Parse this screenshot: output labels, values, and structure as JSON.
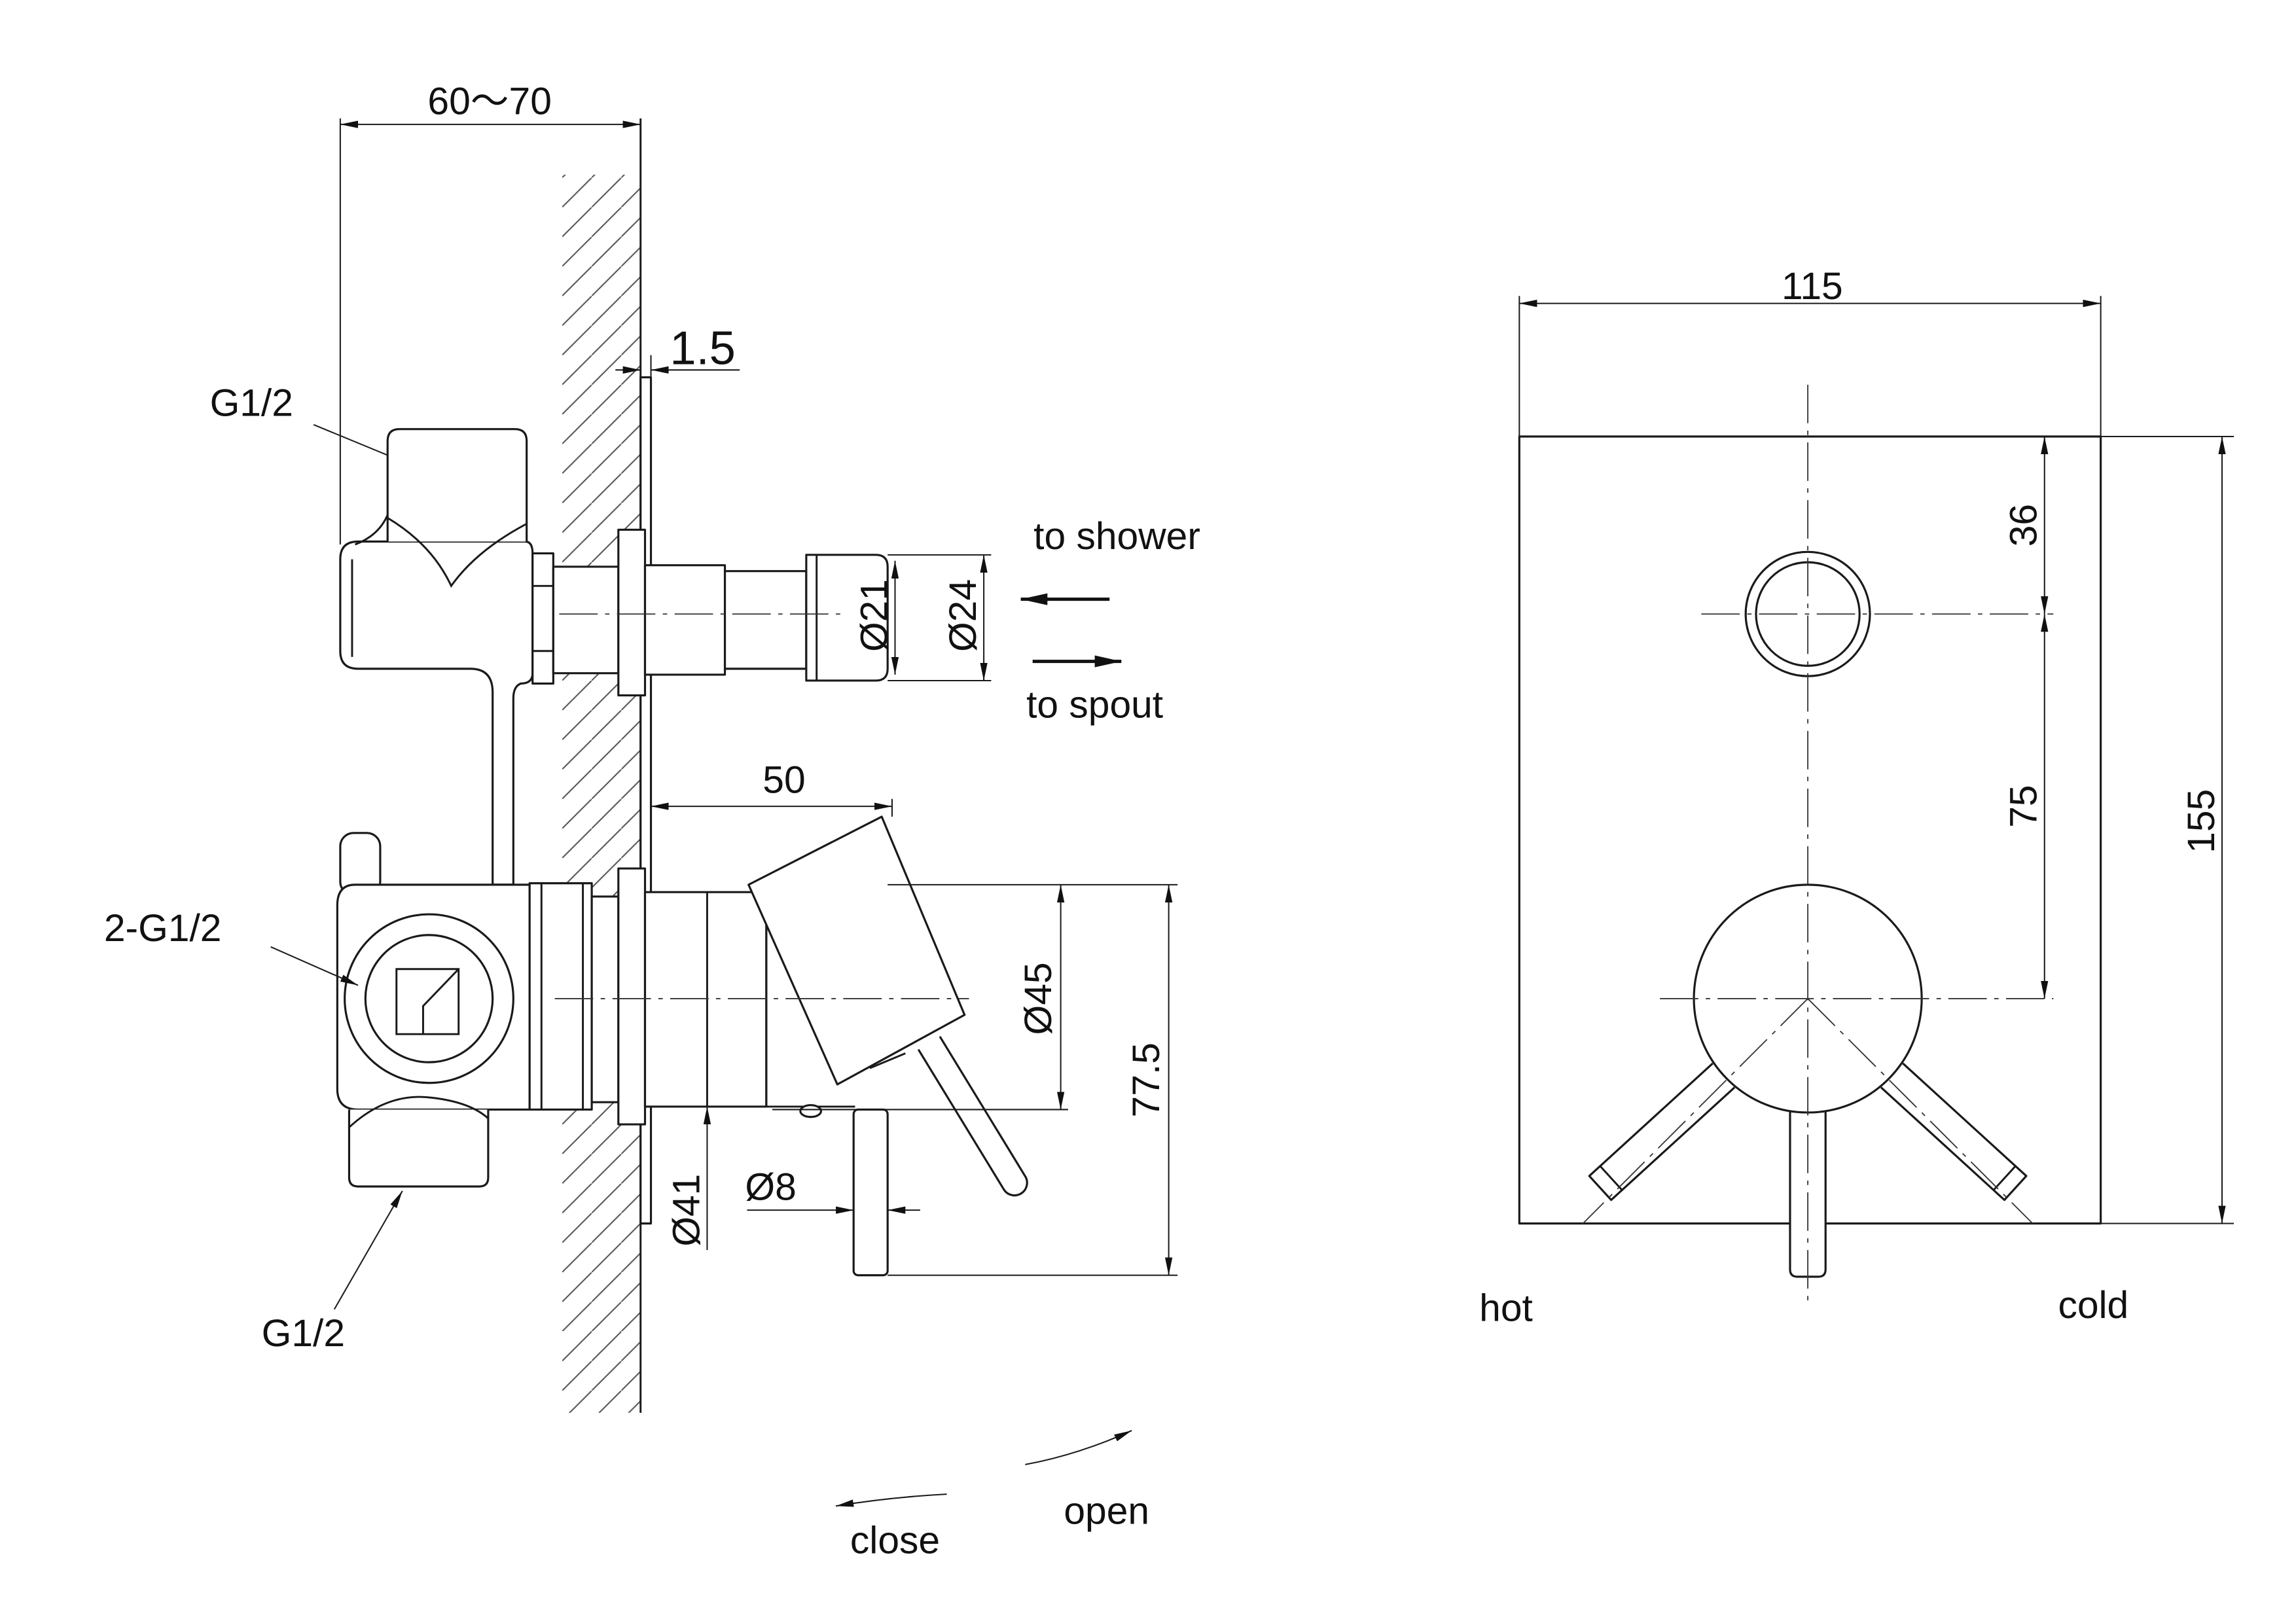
{
  "side_view": {
    "dim_depth": "60～70",
    "dim_plate": "1.5",
    "inlet_top": "G1/2",
    "inlet_side": "2-G1/2",
    "inlet_bottom": "G1/2",
    "outlet_shower": "to shower",
    "outlet_spout": "to spout",
    "dim_d21": "Ø21",
    "dim_d24": "Ø24",
    "dim_50": "50",
    "dim_d45": "Ø45",
    "dim_77_5": "77.5",
    "dim_d41": "Ø41",
    "dim_d8": "Ø8",
    "rotate_close": "close",
    "rotate_open": "open"
  },
  "front_view": {
    "dim_width": "115",
    "dim_36": "36",
    "dim_75": "75",
    "dim_height": "155",
    "label_hot": "hot",
    "label_cold": "cold"
  }
}
